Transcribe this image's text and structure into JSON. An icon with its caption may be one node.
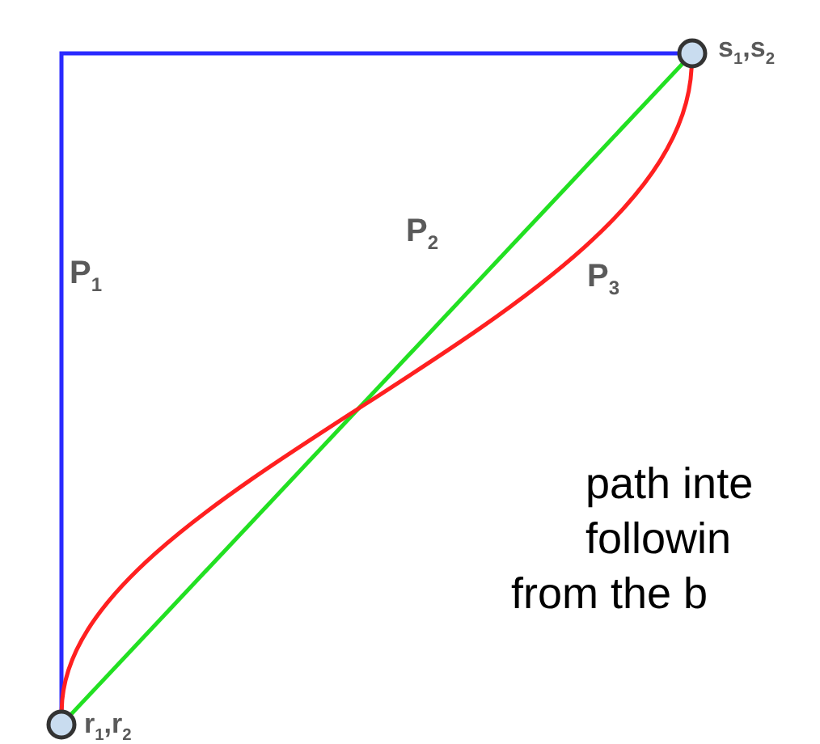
{
  "diagram": {
    "nodes": [
      {
        "text": [],
        "shape": "circle",
        "beside": [
          "r$_{1}$,r$_{2}$"
        ]
      },
      {
        "text": [],
        "shape": "circle",
        "beside": [
          "s$_{1}$,s$_{2}$"
        ]
      }
    ],
    "edges": [
      {
        "from": 0,
        "to": 1,
        "arrow": "none",
        "label": "P$_{1}$",
        "color": "#2a2aff"
      },
      {
        "from": 0,
        "to": 1,
        "arrow": "none",
        "label": "P$_{2}$",
        "color": "#22e022"
      },
      {
        "from": 0,
        "to": 1,
        "arrow": "none",
        "label": "P$_{3}$",
        "color": "#ff2020"
      }
    ],
    "labels": [
      "path inte",
      "followin",
      "from the b"
    ]
  }
}
